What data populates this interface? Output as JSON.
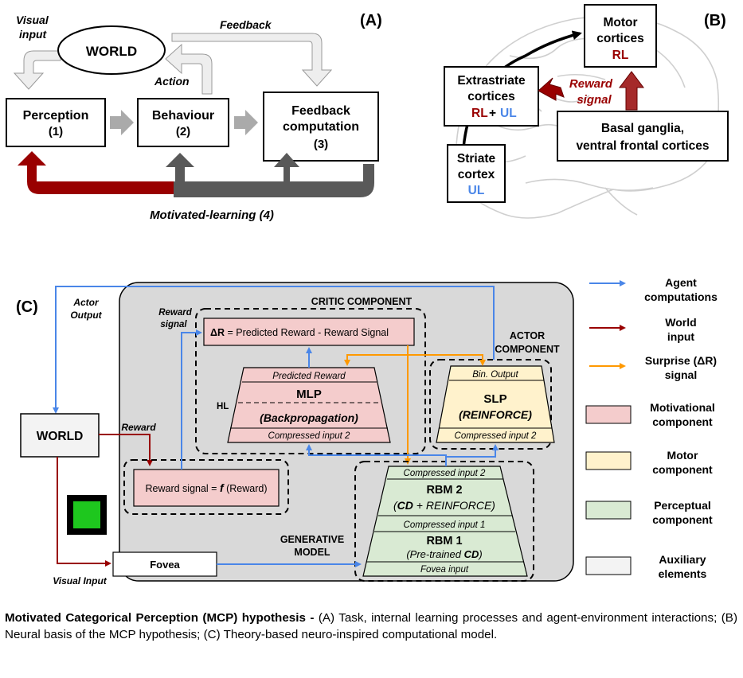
{
  "panel_a": {
    "label": "(A)",
    "world": "WORLD",
    "visual_input": [
      "Visual",
      "input"
    ],
    "feedback_arrow": "Feedback",
    "action_arrow": "Action",
    "perception": [
      "Perception",
      "(1)"
    ],
    "behaviour": [
      "Behaviour",
      "(2)"
    ],
    "feedback_computation": [
      "Feedback",
      "computation",
      "(3)"
    ],
    "motivated_learning": "Motivated-learning (4)"
  },
  "panel_b": {
    "label": "(B)",
    "motor": [
      "Motor",
      "cortices"
    ],
    "motor_rl": "RL",
    "extrastriate": [
      "Extrastriate",
      "cortices"
    ],
    "extra_rl": "RL",
    "extra_plus": "+",
    "extra_ul": "UL",
    "reward_signal": [
      "Reward",
      "signal"
    ],
    "basal": [
      "Basal ganglia,",
      "ventral frontal cortices"
    ],
    "striate": [
      "Striate",
      "cortex"
    ],
    "striate_ul": "UL"
  },
  "panel_c": {
    "label": "(C)",
    "actor_output": [
      "Actor",
      "Output"
    ],
    "reward_signal_label": [
      "Reward",
      "signal"
    ],
    "critic_title": "CRITIC COMPONENT",
    "delta_symbol": "ΔR",
    "delta_rest": " = Predicted Reward - Reward Signal",
    "actor_title": [
      "ACTOR",
      "COMPONENT"
    ],
    "predicted_reward": "Predicted Reward",
    "mlp": "MLP",
    "hl": "HL",
    "backprop": "(Backpropagation)",
    "critic_compressed": "Compressed input 2",
    "bin_output": "Bin. Output",
    "slp": "SLP",
    "reinforce": "(REINFORCE)",
    "actor_compressed": "Compressed input 2",
    "world": "WORLD",
    "reward": "Reward",
    "reward_fn_pre": "Reward signal = ",
    "reward_fn_f": "f",
    "reward_fn_post": " (Reward)",
    "gen_compressed2": "Compressed input 2",
    "rbm2": "RBM 2",
    "rbm2_sub_pre": "(",
    "rbm2_cd": "CD",
    "rbm2_sub_post": " + REINFORCE)",
    "gen_compressed1": "Compressed input 1",
    "rbm1": "RBM 1",
    "rbm1_sub_pre": "(Pre-trained ",
    "rbm1_cd": "CD",
    "rbm1_sub_post": ")",
    "fovea_input": "Fovea input",
    "generative_model": [
      "GENERATIVE",
      "MODEL"
    ],
    "fovea": "Fovea",
    "visual_input": "Visual Input"
  },
  "legend": [
    {
      "label": [
        "Agent",
        "computations"
      ],
      "kind": "arrow",
      "color": "#4a86e8"
    },
    {
      "label": [
        "World",
        "input"
      ],
      "kind": "arrow",
      "color": "#990000"
    },
    {
      "label": [
        "Surprise (ΔR)",
        "signal"
      ],
      "kind": "arrow",
      "color": "#ff9900"
    },
    {
      "label": [
        "Motivational",
        "component"
      ],
      "kind": "box",
      "color": "#f4cccc"
    },
    {
      "label": [
        "Motor",
        "component"
      ],
      "kind": "box",
      "color": "#fff2cc"
    },
    {
      "label": [
        "Perceptual",
        "component"
      ],
      "kind": "box",
      "color": "#d9ead3"
    },
    {
      "label": [
        "Auxiliary",
        "elements"
      ],
      "kind": "box",
      "color": "#f3f3f3"
    }
  ],
  "colors": {
    "rl_red": "#990000",
    "ul_blue": "#4a86e8",
    "agent_blue": "#4a86e8",
    "world_red": "#990000",
    "surprise_orange": "#ff9900",
    "motivational": "#f4cccc",
    "motor": "#fff2cc",
    "perceptual": "#d9ead3",
    "auxiliary": "#f3f3f3",
    "stimulus_green": "#1ec71e"
  },
  "caption": {
    "bold": "Motivated Categorical Perception (MCP) hypothesis -",
    "text": " (A) Task, internal learning processes and agent-environment interactions; (B) Neural basis of the MCP hypothesis; (C) Theory-based  neuro-inspired computational model."
  }
}
